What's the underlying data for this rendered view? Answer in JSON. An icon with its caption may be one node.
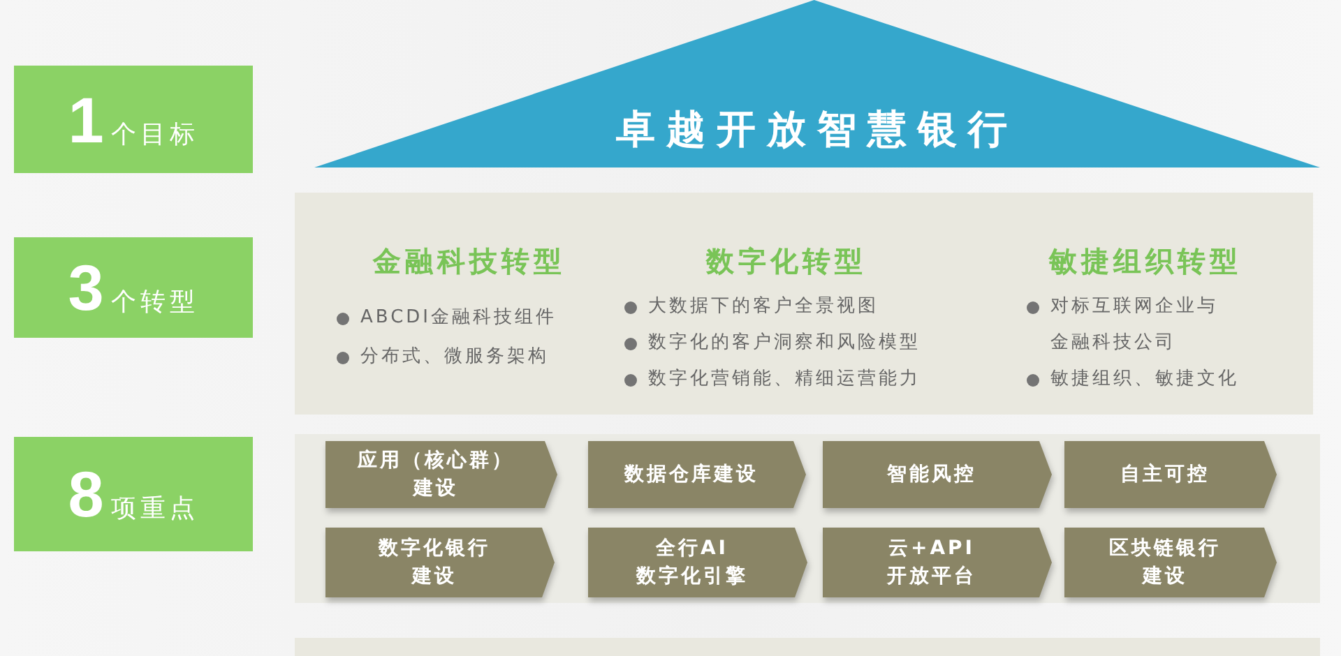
{
  "diagram": {
    "nodes": [
      {
        "text": [
          "1",
          "个目标"
        ]
      },
      {
        "text": [
          "卓越开放智慧银行"
        ]
      },
      {
        "text": [
          "3",
          "个转型"
        ]
      },
      {
        "text": [],
        "shape": "box"
      },
      {
        "text": [
          "金融科技转型",
          "ABCDI金融科技组件",
          "分布式、微服务架构"
        ],
        "in": 3
      },
      {
        "text": [
          "数字化转型",
          "大数据下的客户全景视图",
          "数字化的客户洞察和风险模型",
          "数字化营销能、精细运营能力"
        ],
        "in": 3
      },
      {
        "text": [
          "敏捷组织转型",
          "对标互联网企业与金融科技公司",
          "敏捷组织、敏捷文化"
        ],
        "in": 3
      },
      {
        "text": [
          "8",
          "项重点"
        ]
      },
      {
        "text": [],
        "shape": "box"
      },
      {
        "text": [
          "应用（核心群）建设"
        ],
        "in": 8
      },
      {
        "text": [
          "数据仓库建设"
        ],
        "in": 8
      },
      {
        "text": [
          "智能风控"
        ],
        "in": 8
      },
      {
        "text": [
          "自主可控"
        ],
        "in": 8
      },
      {
        "text": [
          "数字化银行建设"
        ],
        "in": 8
      },
      {
        "text": [
          "全行AI数字化引擎"
        ],
        "in": 8
      },
      {
        "text": [
          "云+API开放平台"
        ],
        "in": 8
      },
      {
        "text": [
          "区块链银行建设"
        ],
        "in": 8
      }
    ]
  }
}
